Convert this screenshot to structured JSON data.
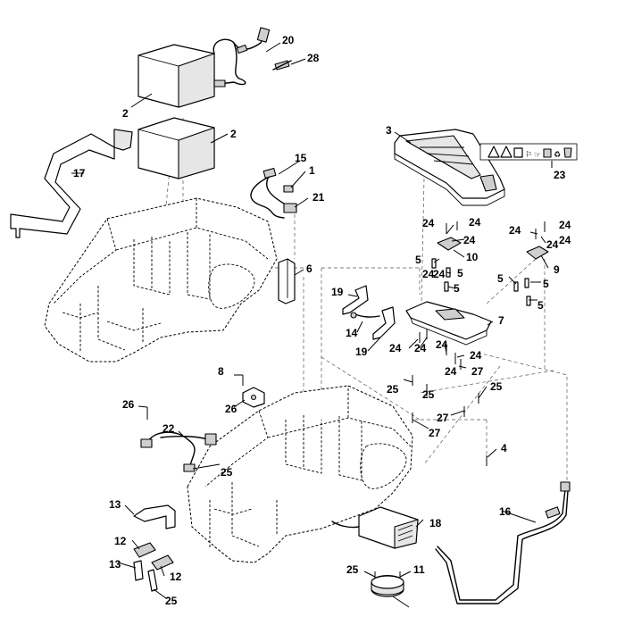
{
  "diagram": {
    "callouts": [
      "2",
      "2",
      "20",
      "28",
      "17",
      "15",
      "1",
      "21",
      "6",
      "3",
      "23",
      "24",
      "24",
      "24",
      "24",
      "24",
      "10",
      "5",
      "5",
      "5",
      "24",
      "24",
      "24",
      "24",
      "9",
      "5",
      "5",
      "5",
      "19",
      "14",
      "19",
      "7",
      "24",
      "24",
      "24",
      "24",
      "24",
      "27",
      "8",
      "26",
      "26",
      "22",
      "25",
      "25",
      "25",
      "25",
      "27",
      "27",
      "4",
      "18",
      "16",
      "13",
      "12",
      "13",
      "12",
      "25",
      "25",
      "11"
    ],
    "warning_label_icons": [
      "warning-triangle-icon",
      "warning-triangle-icon",
      "read-manual-icon",
      "person-warning-icon",
      "hand-warning-icon",
      "battery-icon",
      "recycle-icon",
      "disposal-icon"
    ]
  }
}
